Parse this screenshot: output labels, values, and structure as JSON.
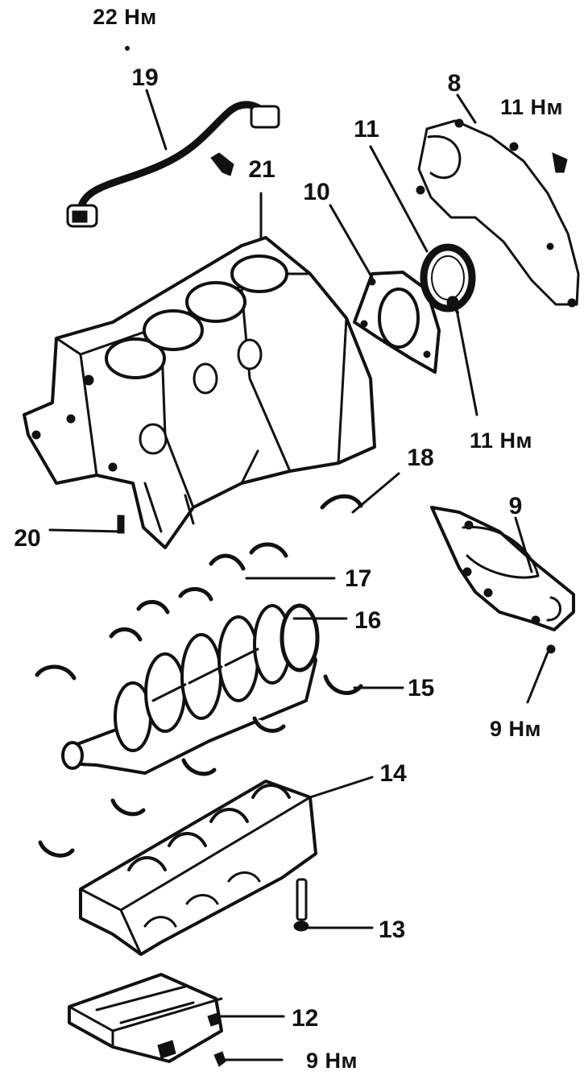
{
  "callouts": {
    "n8": "8",
    "n9": "9",
    "n10": "10",
    "n11": "11",
    "n12": "12",
    "n13": "13",
    "n14": "14",
    "n15": "15",
    "n16": "16",
    "n17": "17",
    "n18": "18",
    "n19": "19",
    "n20": "20",
    "n21": "21"
  },
  "torques": {
    "t22_top": "22 Нм",
    "t11_rear_plate": "11 Нм",
    "t11_seal_case": "11 Нм",
    "t9_cover": "9 Нм",
    "t9_pan": "9 Нм"
  }
}
